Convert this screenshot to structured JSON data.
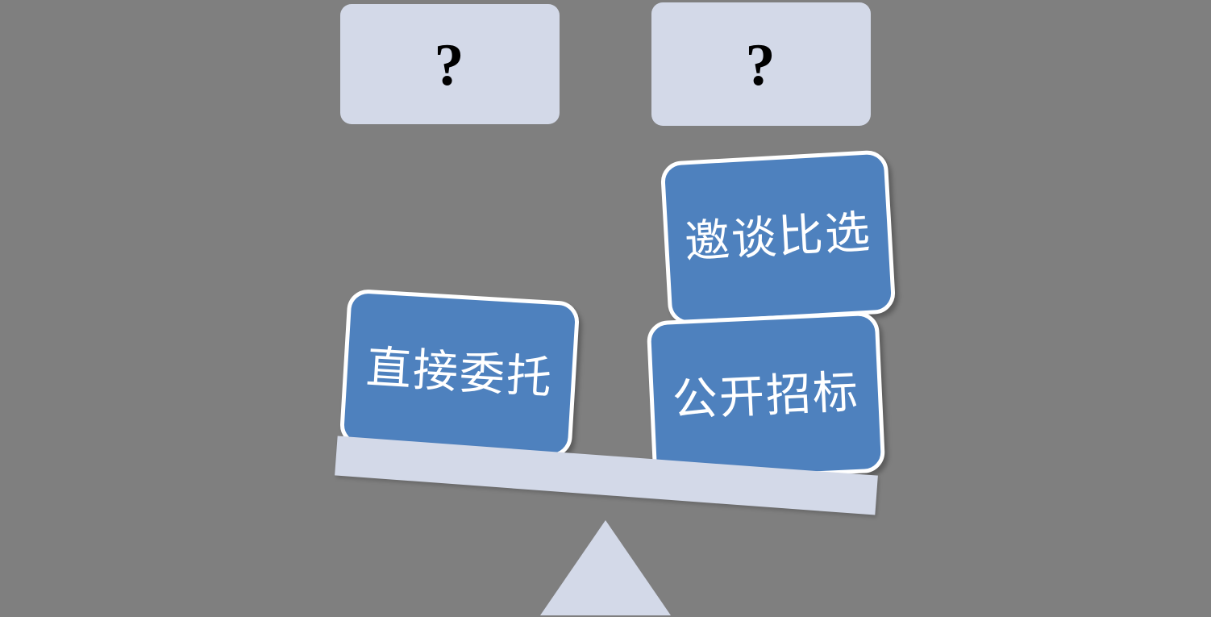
{
  "diagram": {
    "title": "procurement-method-balance",
    "background_color": "#7f7f7f",
    "placeholder_cards": [
      {
        "name": "unknown-option-left",
        "label": "?",
        "fill": "#d3d9e8",
        "text_color": "#000000"
      },
      {
        "name": "unknown-option-right",
        "label": "?",
        "fill": "#d3d9e8",
        "text_color": "#000000"
      }
    ],
    "option_cards": [
      {
        "name": "direct-commission",
        "label": "直接委托",
        "side": "left",
        "fill": "#4e81be",
        "text_color": "#ffffff",
        "border_color": "#ffffff"
      },
      {
        "name": "invited-negotiation",
        "label": "邀谈比选",
        "side": "right",
        "fill": "#4e81be",
        "text_color": "#ffffff",
        "border_color": "#ffffff"
      },
      {
        "name": "open-tender",
        "label": "公开招标",
        "side": "right",
        "fill": "#4e81be",
        "text_color": "#ffffff",
        "border_color": "#ffffff"
      }
    ],
    "scale": {
      "beam_color": "#d3d9e8",
      "fulcrum_color": "#d3d9e8",
      "tilt": "right-side-down"
    }
  }
}
